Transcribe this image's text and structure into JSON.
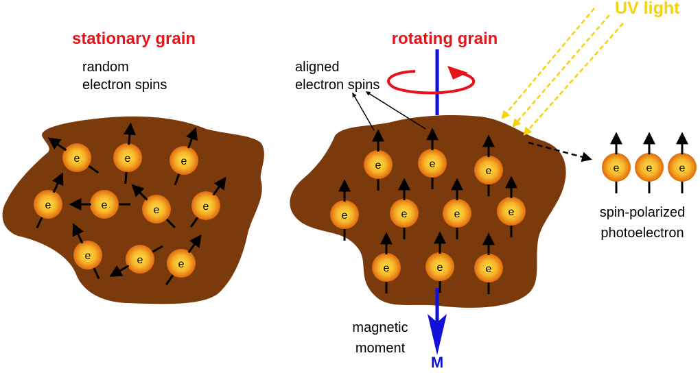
{
  "colors": {
    "title": "#e8121b",
    "grain": "#7b3a0c",
    "uv": "#f5d20a",
    "moment": "#1010d6",
    "spin_arrow": "#000000",
    "electron_center": "#ffd33a",
    "electron_edge": "#e06a10"
  },
  "left": {
    "title": "stationary grain",
    "caption_line1": "random",
    "caption_line2": "electron spins"
  },
  "right": {
    "title": "rotating grain",
    "caption_line1": "aligned",
    "caption_line2": "electron spins",
    "uv_label": "UV light",
    "moment_line1": "magnetic",
    "moment_line2": "moment",
    "moment_symbol": "M",
    "photo_line1": "spin-polarized",
    "photo_line2": "photoelectron"
  },
  "electron_letter": "e",
  "icons": {
    "rotation": "rotation-arrow-icon",
    "spin": "spin-arrow-icon"
  }
}
